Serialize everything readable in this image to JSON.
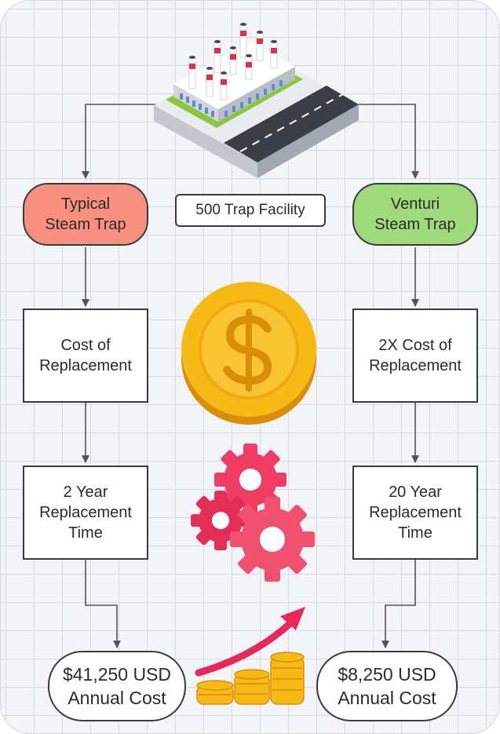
{
  "facility": {
    "label": "500 Trap Facility",
    "icon": "factory-icon"
  },
  "left": {
    "start": "Typical\nSteam Trap",
    "step1": "Cost of\nReplacement",
    "step2": "2 Year\nReplacement\nTime",
    "result": "$41,250 USD\nAnnual Cost"
  },
  "right": {
    "start": "Venturi\nSteam Trap",
    "step1": "2X Cost of\nReplacement",
    "step2": "20 Year\nReplacement\nTime",
    "result": "$8,250 USD\nAnnual Cost"
  },
  "icons": [
    "dollar-coin-icon",
    "gears-icon",
    "rising-coins-icon"
  ],
  "colors": {
    "typical_fill": "#f7907f",
    "venturi_fill": "#9fda7d",
    "connector": "#555555",
    "gear": "#ef3d66",
    "coin": "#f6b915"
  }
}
